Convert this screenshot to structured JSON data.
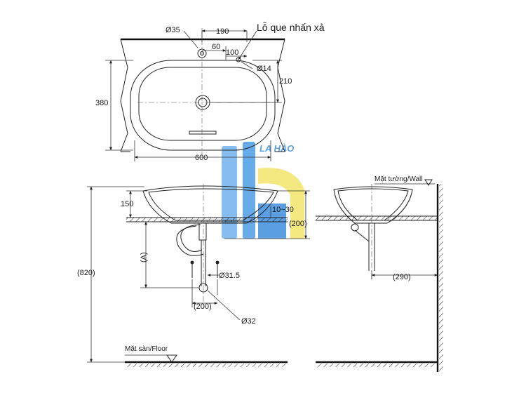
{
  "top_view": {
    "overflow_label": "Lỗ que nhấn xả",
    "dim_hole_dia": "Ø35",
    "dim_190": "190",
    "dim_60": "60",
    "dim_100": "100",
    "dim_overflow_dia": "Ø14",
    "dim_210": "210",
    "dim_380": "380",
    "dim_600": "600"
  },
  "front_view": {
    "dim_150": "150",
    "dim_10_30": "10~30",
    "dim_200_right": "(200)",
    "dim_a": "(A)",
    "dim_820": "(820)",
    "dim_31_5": "Ø31.5",
    "dim_200_bottom": "(200)",
    "dim_32": "Ø32",
    "floor_label": "Mặt sàn/Floor"
  },
  "side_view": {
    "wall_label": "Mặt tường/Wall",
    "dim_290": "(290)"
  },
  "watermark": {
    "text": "LA HÀO",
    "colors": {
      "blue": "#5aa6e8",
      "yellow": "#f3ea6a"
    }
  }
}
